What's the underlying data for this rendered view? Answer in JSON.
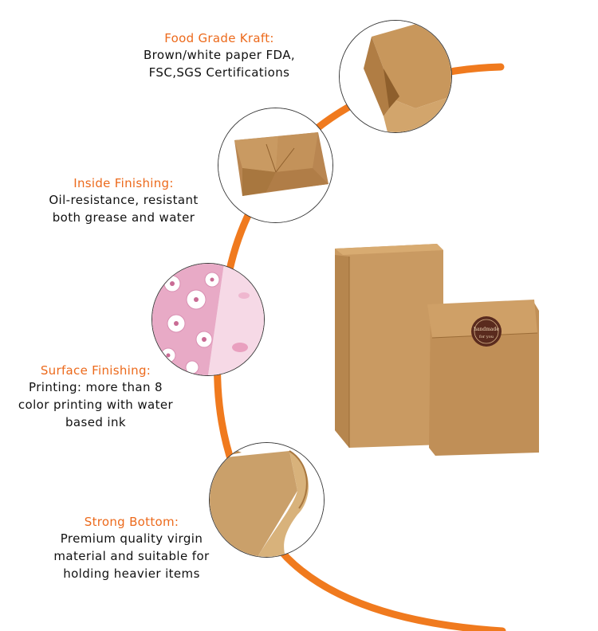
{
  "colors": {
    "accent": "#ec6a1c",
    "kraft": "#c99a62",
    "kraft_dark": "#a8773f",
    "pink": "#f2c9dc"
  },
  "features": [
    {
      "title": "Food Grade Kraft:",
      "lines": [
        "Brown/white paper FDA,",
        "FSC,SGS Certifications"
      ],
      "image": "kraft-fold-closeup"
    },
    {
      "title": "Inside Finishing:",
      "lines": [
        "Oil-resistance, resistant",
        "both grease and water"
      ],
      "image": "folded-bag-bottom"
    },
    {
      "title": "Surface Finishing:",
      "lines": [
        "Printing: more than 8",
        "color printing with water",
        "based ink"
      ],
      "image": "floral-print-paper"
    },
    {
      "title": "Strong Bottom:",
      "lines": [
        "Premium quality virgin",
        "material and suitable for",
        "holding heavier items"
      ],
      "image": "curled-kraft-paper"
    }
  ],
  "hero": {
    "sticker_line1": "handmade",
    "sticker_line2": "for you"
  }
}
